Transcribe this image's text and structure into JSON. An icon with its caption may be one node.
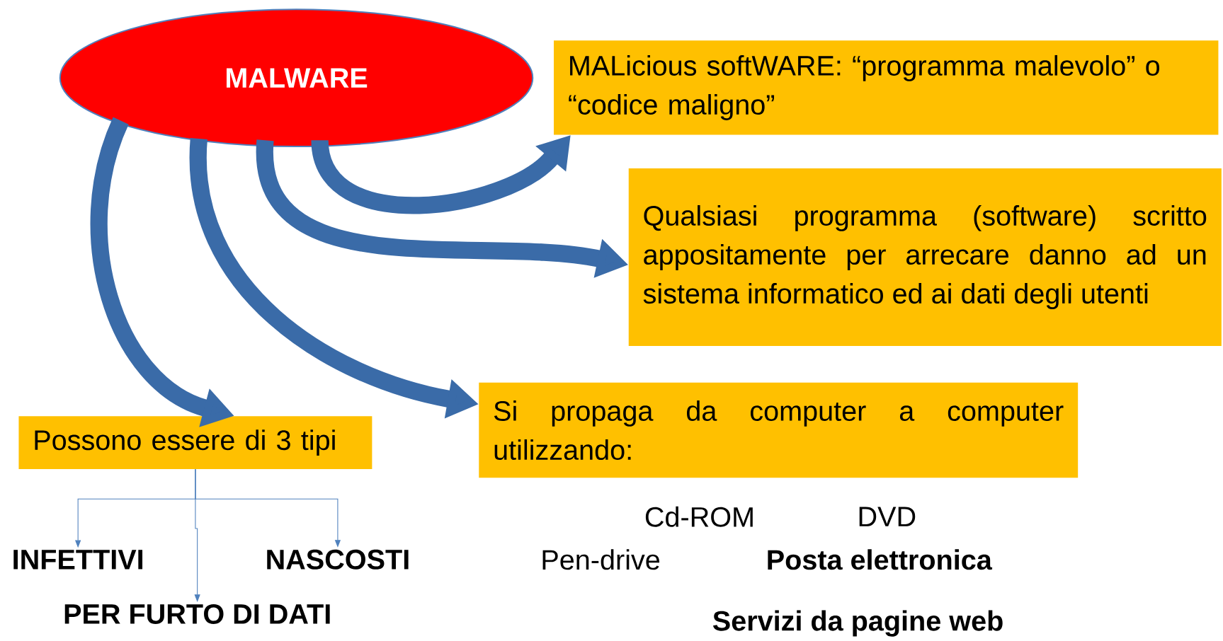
{
  "diagram": {
    "nodes": [
      {
        "text": [
          "MALWARE"
        ]
      },
      {
        "text": [
          "MALicious softWARE: “programma malevolo” o “codice maligno”"
        ]
      },
      {
        "text": [
          "Qualsiasi programma (software) scritto appositamente per arrecare danno  ad un sistema informatico ed ai dati degli utenti"
        ]
      },
      {
        "text": [
          "Si propaga da computer a computer utilizzando:"
        ]
      },
      {
        "text": [
          "Possono essere di 3 tipi"
        ]
      },
      {
        "text": [
          "INFETTIVI"
        ]
      },
      {
        "text": [
          "PER FURTO DI DATI"
        ]
      },
      {
        "text": [
          "NASCOSTI"
        ]
      }
    ],
    "edges": [
      {
        "from": 0,
        "to": 1,
        "arrow": "to"
      },
      {
        "from": 0,
        "to": 2,
        "arrow": "to"
      },
      {
        "from": 0,
        "to": 3,
        "arrow": "to"
      },
      {
        "from": 0,
        "to": 4,
        "arrow": "to"
      },
      {
        "from": 4,
        "to": 5,
        "arrow": "to"
      },
      {
        "from": 4,
        "to": 6,
        "arrow": "to"
      },
      {
        "from": 4,
        "to": 7,
        "arrow": "to"
      }
    ],
    "labels": [
      "Cd-ROM",
      "DVD",
      "Pen-drive",
      "Posta elettronica",
      "Servizi da pagine web"
    ]
  }
}
